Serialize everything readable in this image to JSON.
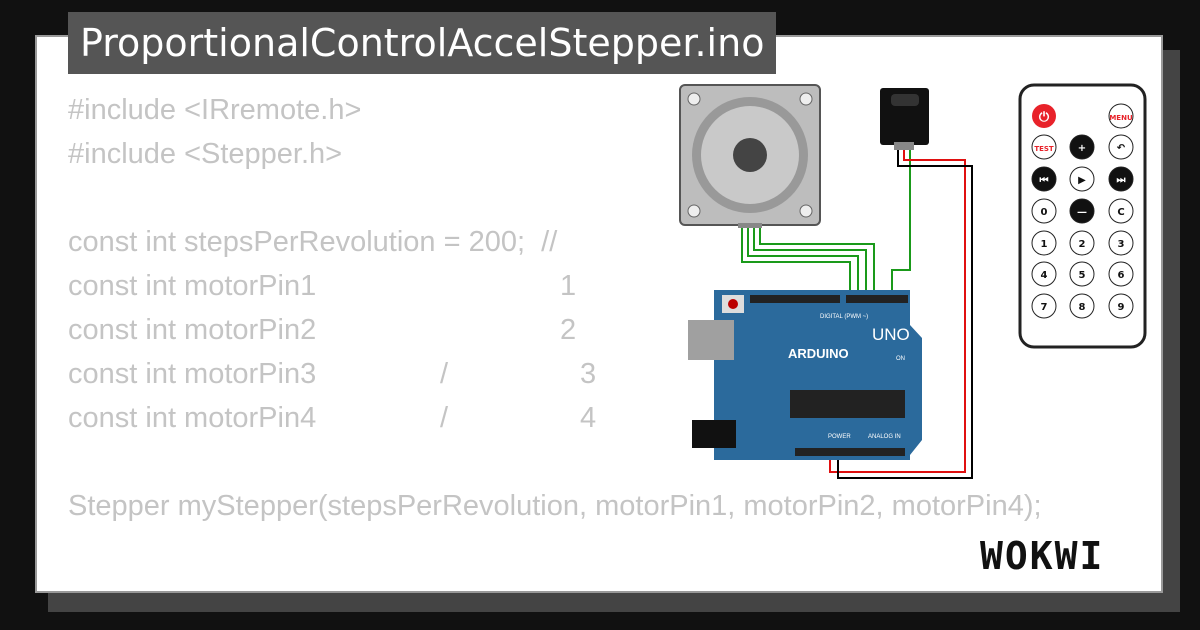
{
  "title": "ProportionalControlAccelStepper.ino",
  "code": {
    "lines": [
      "#include <IRremote.h>",
      "#include <Stepper.h>",
      "",
      "const int stepsPerRevolution = 200;  //",
      "const int motorPin1",
      "const int motorPin2",
      "const int motorPin3",
      "const int motorPin4",
      "",
      "Stepper myStepper(stepsPerRevolution, motorPin1, motorPin2, motorPin4);"
    ],
    "fragments": [
      "1",
      "2",
      "/",
      "3",
      "/",
      "4"
    ]
  },
  "remote": {
    "buttons": [
      "MENU",
      "TEST",
      "0",
      "C",
      "1",
      "2",
      "3",
      "4",
      "5",
      "6",
      "7",
      "8",
      "9"
    ]
  },
  "arduino": {
    "brand": "ARDUINO",
    "model": "UNO",
    "digital_label": "DIGITAL (PWM ~)",
    "power_label": "POWER",
    "analog_label": "ANALOG IN",
    "on_label": "ON"
  },
  "logo": "WOKWI",
  "colors": {
    "board": "#2b6a9c",
    "wire_green": "#1a9a1a",
    "wire_red": "#e01010",
    "wire_black": "#000000",
    "power_button": "#e8222a"
  }
}
